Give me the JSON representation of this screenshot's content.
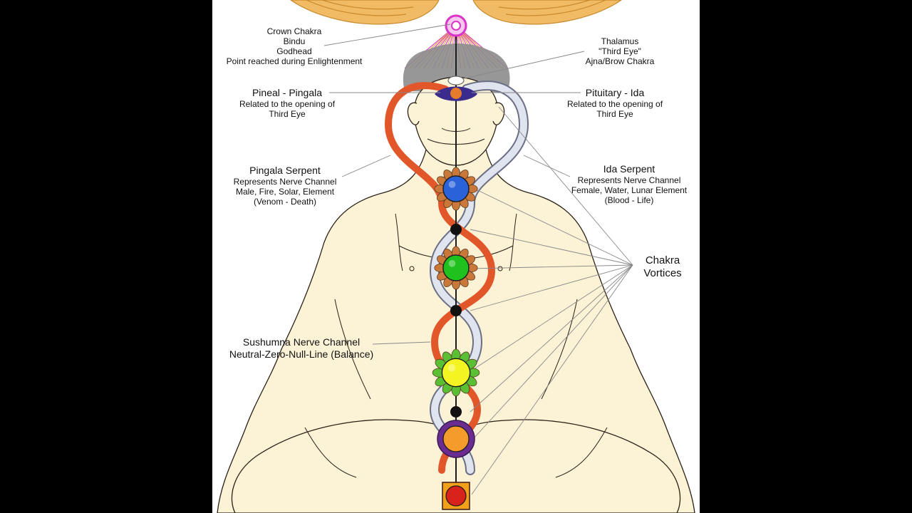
{
  "labels": {
    "crown": [
      "Crown Chakra",
      "Bindu",
      "Godhead",
      "Point reached during Enlightenment"
    ],
    "thalamus": [
      "Thalamus",
      "\"Third Eye\"",
      "Ajna/Brow Chakra"
    ],
    "pineal": {
      "title": "Pineal - Pingala",
      "lines": [
        "Related to the opening of",
        "Third Eye"
      ]
    },
    "pituitary": {
      "title": "Pituitary - Ida",
      "lines": [
        "Related to the opening of",
        "Third Eye"
      ]
    },
    "pingala_serpent": {
      "title": "Pingala Serpent",
      "lines": [
        "Represents Nerve Channel",
        "Male, Fire, Solar, Element",
        "(Venom - Death)"
      ]
    },
    "ida_serpent": {
      "title": "Ida Serpent",
      "lines": [
        "Represents Nerve Channel",
        "Female, Water, Lunar Element",
        "(Blood - Life)"
      ]
    },
    "chakra_vortices": [
      "Chakra",
      "Vortices"
    ],
    "sushumna": [
      "Sushumna Nerve Channel",
      "Neutral-Zero-Null-Line (Balance)"
    ]
  },
  "colors": {
    "background": "#000000",
    "paper": "#ffffff",
    "skin": "#fcf3d6",
    "outline": "#2b2118",
    "pingala": "#e2572a",
    "ida": "#dfe4ee",
    "ida_edge": "#6b6f86",
    "wings": "#e9a94e",
    "rays": "#d63fb0",
    "crown": "#d935c8",
    "head_aura": "#8c8c8c",
    "throat": "#2a63d9",
    "heart": "#1fc11f",
    "solar": "#f4f422",
    "sacral": "#f59b2c",
    "root": "#d8211b"
  }
}
